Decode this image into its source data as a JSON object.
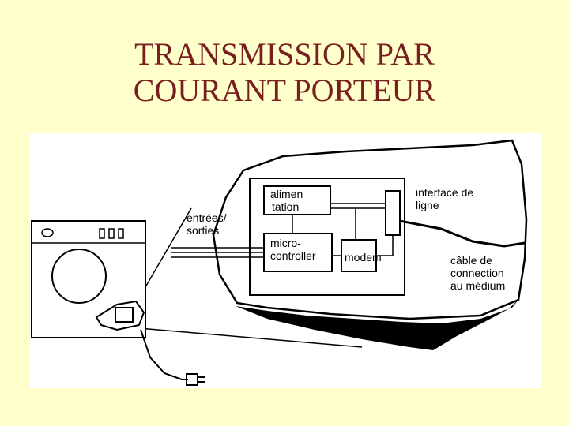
{
  "title": {
    "line1": "TRANSMISSION PAR",
    "line2": "COURANT PORTEUR"
  },
  "diagram": {
    "alimentation": [
      "alimen",
      "tation"
    ],
    "entrees_sorties": [
      "entrées/",
      "sorties"
    ],
    "microcontroller": [
      "micro-",
      "controller"
    ],
    "modem": "modem",
    "interface": [
      "interface de",
      "ligne"
    ],
    "cable": [
      "câble de",
      "connection",
      "au médium"
    ]
  },
  "colors": {
    "background": "#FFFFCC",
    "title": "#7A1F1F"
  }
}
